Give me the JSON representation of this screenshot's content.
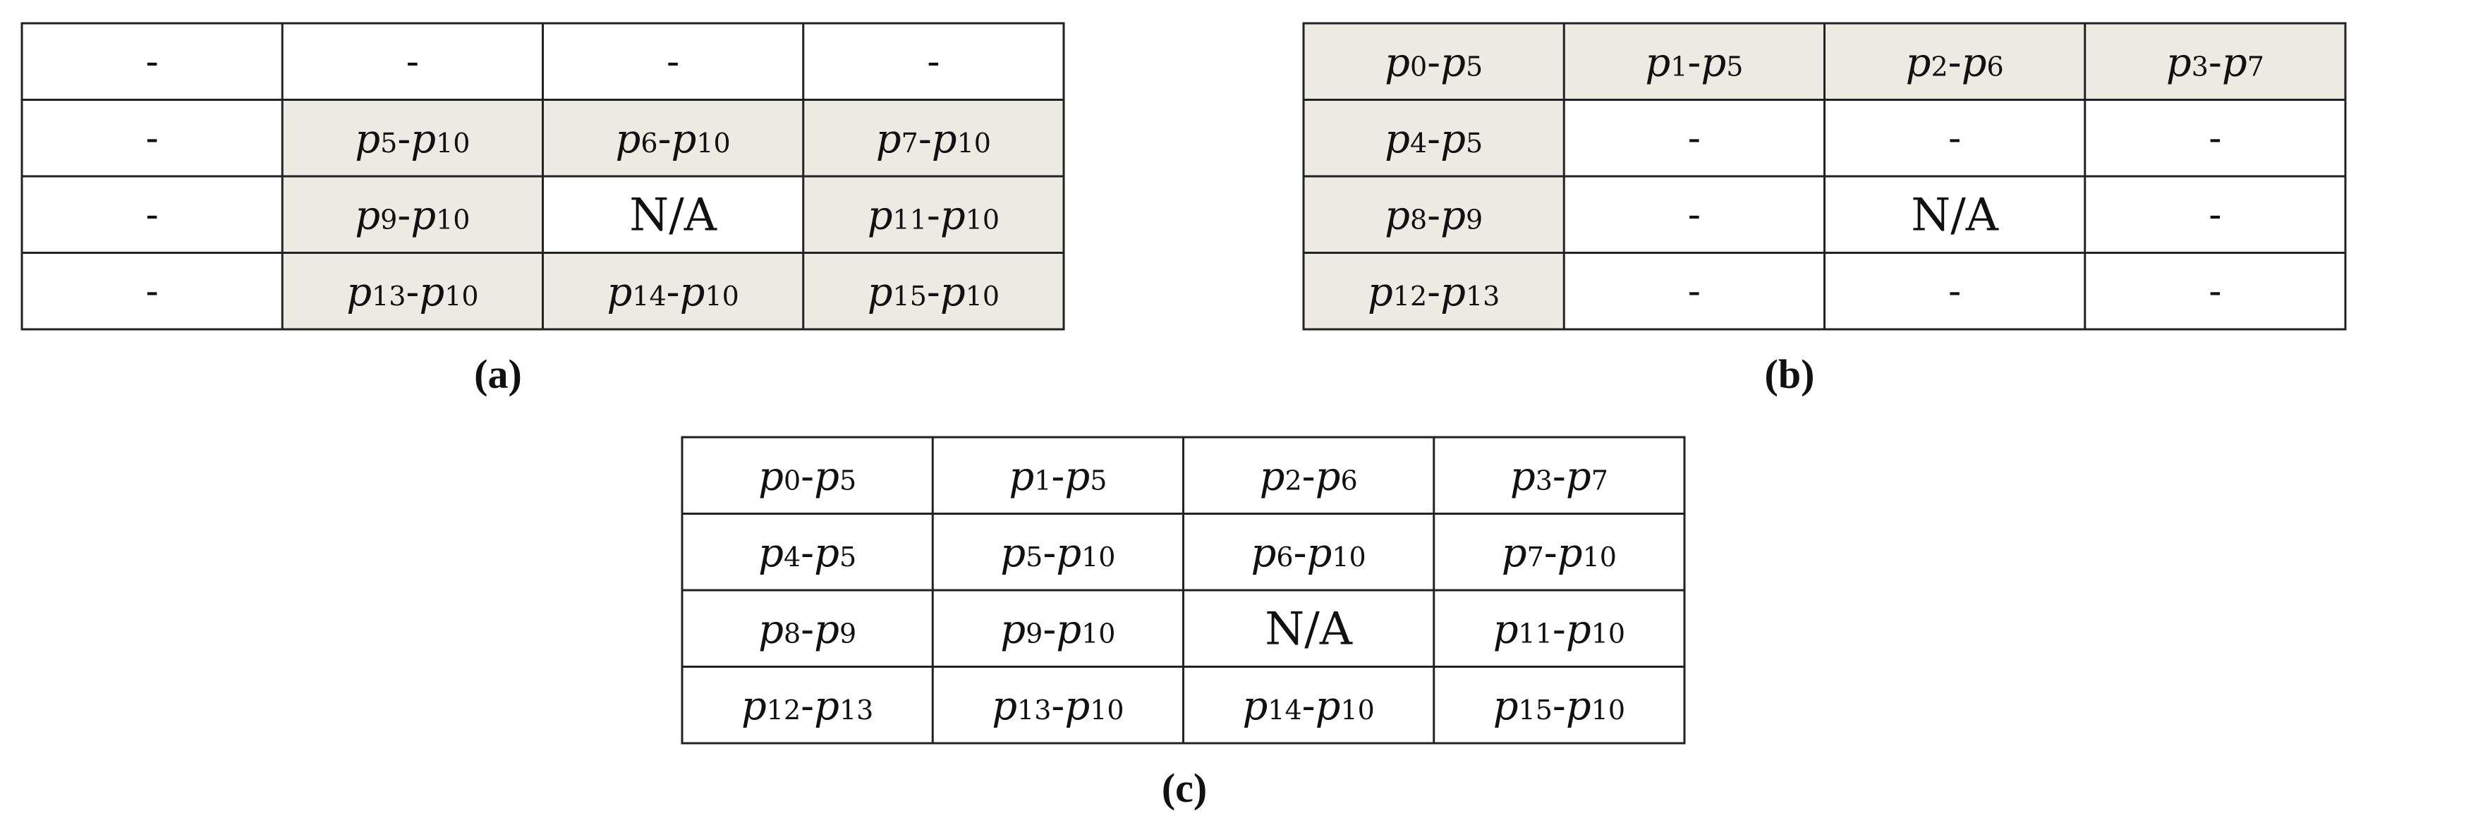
{
  "colors": {
    "shaded_cell": "#ecebe3",
    "plain_cell": "#ffffff",
    "border": "#222222",
    "text": "#111111"
  },
  "panels": [
    {
      "id": "a",
      "caption": "(a)",
      "rows": [
        [
          {
            "t": "-"
          },
          {
            "t": "-"
          },
          {
            "t": "-"
          },
          {
            "t": "-"
          }
        ],
        [
          {
            "t": "-"
          },
          {
            "p": "p",
            "a": "5",
            "q": "p",
            "b": "10",
            "shade": true
          },
          {
            "p": "p",
            "a": "6",
            "q": "p",
            "b": "10",
            "shade": true
          },
          {
            "p": "p",
            "a": "7",
            "q": "p",
            "b": "10",
            "shade": true
          }
        ],
        [
          {
            "t": "-"
          },
          {
            "p": "p",
            "a": "9",
            "q": "p",
            "b": "10",
            "shade": true
          },
          {
            "t": "N/A"
          },
          {
            "p": "p",
            "a": "11",
            "q": "p",
            "b": "10",
            "shade": true
          }
        ],
        [
          {
            "t": "-"
          },
          {
            "p": "p",
            "a": "13",
            "q": "p",
            "b": "10",
            "shade": true
          },
          {
            "p": "p",
            "a": "14",
            "q": "p",
            "b": "10",
            "shade": true
          },
          {
            "p": "p",
            "a": "15",
            "q": "p",
            "b": "10",
            "shade": true
          }
        ]
      ]
    },
    {
      "id": "b",
      "caption": "(b)",
      "rows": [
        [
          {
            "p": "p",
            "a": "0",
            "q": "p",
            "b": "5",
            "shade": true
          },
          {
            "p": "p",
            "a": "1",
            "q": "p",
            "b": "5",
            "shade": true
          },
          {
            "p": "p",
            "a": "2",
            "q": "p",
            "b": "6",
            "shade": true
          },
          {
            "p": "p",
            "a": "3",
            "q": "p",
            "b": "7",
            "shade": true
          }
        ],
        [
          {
            "p": "p",
            "a": "4",
            "q": "p",
            "b": "5",
            "shade": true
          },
          {
            "t": "-"
          },
          {
            "t": "-"
          },
          {
            "t": "-"
          }
        ],
        [
          {
            "p": "p",
            "a": "8",
            "q": "p",
            "b": "9",
            "shade": true
          },
          {
            "t": "-"
          },
          {
            "t": "N/A"
          },
          {
            "t": "-"
          }
        ],
        [
          {
            "p": "p",
            "a": "12",
            "q": "p",
            "b": "13",
            "shade": true
          },
          {
            "t": "-"
          },
          {
            "t": "-"
          },
          {
            "t": "-"
          }
        ]
      ]
    },
    {
      "id": "c",
      "caption": "(c)",
      "rows": [
        [
          {
            "p": "p",
            "a": "0",
            "q": "p",
            "b": "5"
          },
          {
            "p": "p",
            "a": "1",
            "q": "p",
            "b": "5"
          },
          {
            "p": "p",
            "a": "2",
            "q": "p",
            "b": "6"
          },
          {
            "p": "p",
            "a": "3",
            "q": "p",
            "b": "7"
          }
        ],
        [
          {
            "p": "p",
            "a": "4",
            "q": "p",
            "b": "5"
          },
          {
            "p": "p",
            "a": "5",
            "q": "p",
            "b": "10"
          },
          {
            "p": "p",
            "a": "6",
            "q": "p",
            "b": "10"
          },
          {
            "p": "p",
            "a": "7",
            "q": "p",
            "b": "10"
          }
        ],
        [
          {
            "p": "p",
            "a": "8",
            "q": "p",
            "b": "9"
          },
          {
            "p": "p",
            "a": "9",
            "q": "p",
            "b": "10"
          },
          {
            "t": "N/A"
          },
          {
            "p": "p",
            "a": "11",
            "q": "p",
            "b": "10"
          }
        ],
        [
          {
            "p": "p",
            "a": "12",
            "q": "p",
            "b": "13"
          },
          {
            "p": "p",
            "a": "13",
            "q": "p",
            "b": "10"
          },
          {
            "p": "p",
            "a": "14",
            "q": "p",
            "b": "10"
          },
          {
            "p": "p",
            "a": "15",
            "q": "p",
            "b": "10"
          }
        ]
      ]
    }
  ]
}
